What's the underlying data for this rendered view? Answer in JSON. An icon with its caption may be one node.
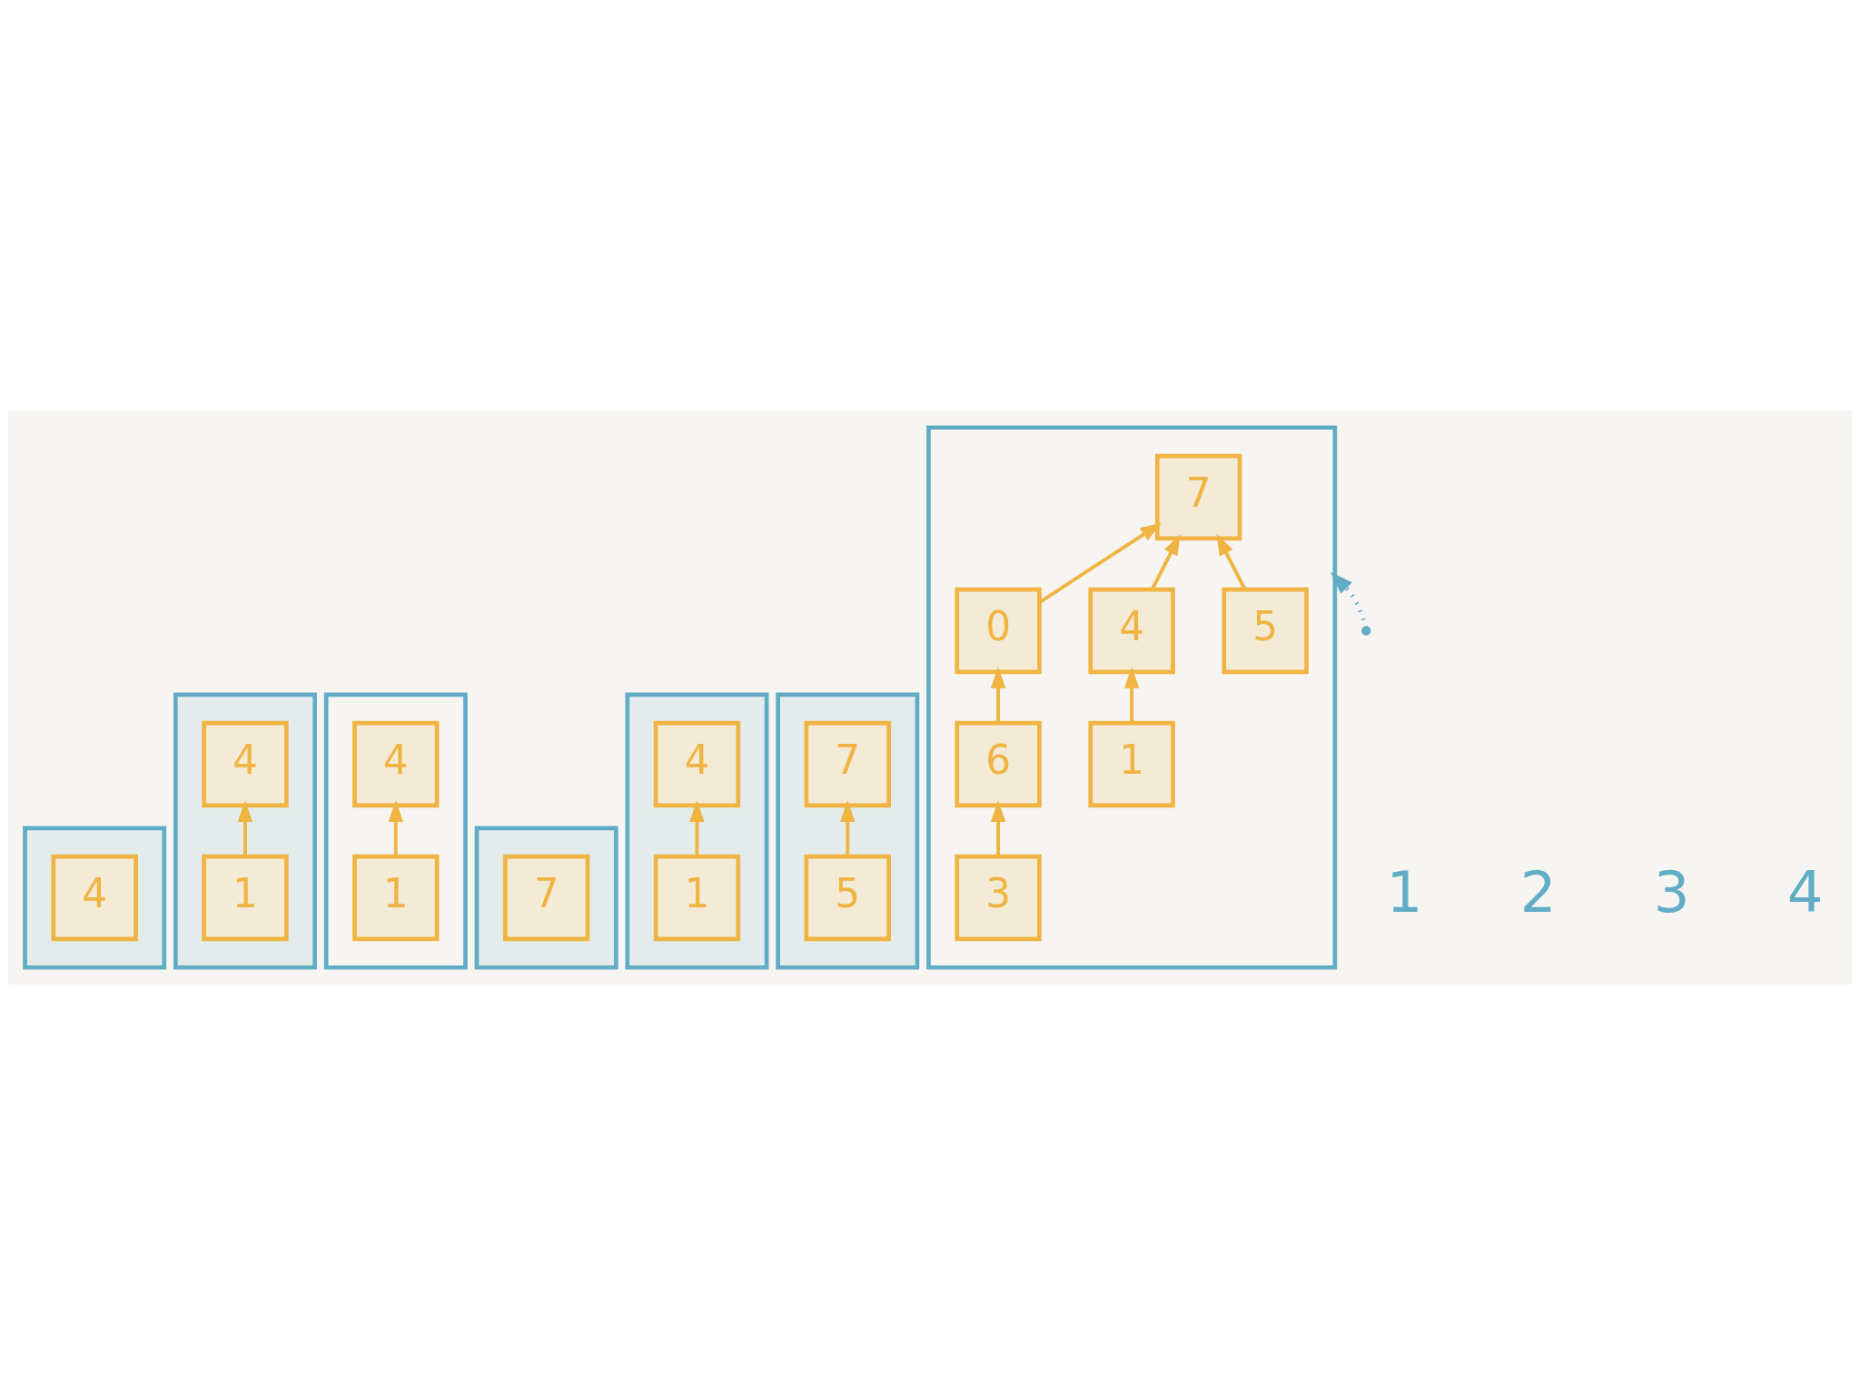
{
  "diagram": {
    "nodes": [
      {
        "text": [],
        "shape": "box"
      },
      {
        "text": [
          "4"
        ],
        "in": 0
      },
      {
        "text": [],
        "shape": "box"
      },
      {
        "text": [
          "4"
        ],
        "in": 2
      },
      {
        "text": [
          "1"
        ],
        "in": 2
      },
      {
        "text": [],
        "shape": "box"
      },
      {
        "text": [
          "4"
        ],
        "in": 5
      },
      {
        "text": [
          "1"
        ],
        "in": 5
      },
      {
        "text": [],
        "shape": "box"
      },
      {
        "text": [
          "7"
        ],
        "in": 8
      },
      {
        "text": [],
        "shape": "box"
      },
      {
        "text": [
          "4"
        ],
        "in": 10
      },
      {
        "text": [
          "1"
        ],
        "in": 10
      },
      {
        "text": [],
        "shape": "box"
      },
      {
        "text": [
          "7"
        ],
        "in": 13
      },
      {
        "text": [
          "5"
        ],
        "in": 13
      },
      {
        "text": [],
        "shape": "box"
      },
      {
        "text": [
          "7"
        ],
        "in": 16
      },
      {
        "text": [
          "4"
        ],
        "in": 16
      },
      {
        "text": [
          "5"
        ],
        "in": 16
      },
      {
        "text": [
          "0"
        ],
        "in": 16
      },
      {
        "text": [
          "1"
        ],
        "in": 16
      },
      {
        "text": [
          "6"
        ],
        "in": 16
      },
      {
        "text": [
          "3"
        ],
        "in": 16
      }
    ],
    "edges": [
      {
        "from": 4,
        "to": 3,
        "arrow": "to"
      },
      {
        "from": 7,
        "to": 6,
        "arrow": "to"
      },
      {
        "from": 12,
        "to": 11,
        "arrow": "to"
      },
      {
        "from": 15,
        "to": 14,
        "arrow": "to"
      },
      {
        "from": null,
        "to": 16,
        "arrow": "to",
        "style": "dashed",
        "color": "#62adc6"
      },
      {
        "from": 18,
        "to": 17,
        "arrow": "to"
      },
      {
        "from": 19,
        "to": 17,
        "arrow": "to"
      },
      {
        "from": 20,
        "to": 17,
        "arrow": "to"
      },
      {
        "from": 21,
        "to": 18,
        "arrow": "to"
      },
      {
        "from": 22,
        "to": 20,
        "arrow": "to"
      },
      {
        "from": 23,
        "to": 22,
        "arrow": "to"
      }
    ],
    "labels": [
      "1",
      "2",
      "3",
      "4"
    ]
  }
}
